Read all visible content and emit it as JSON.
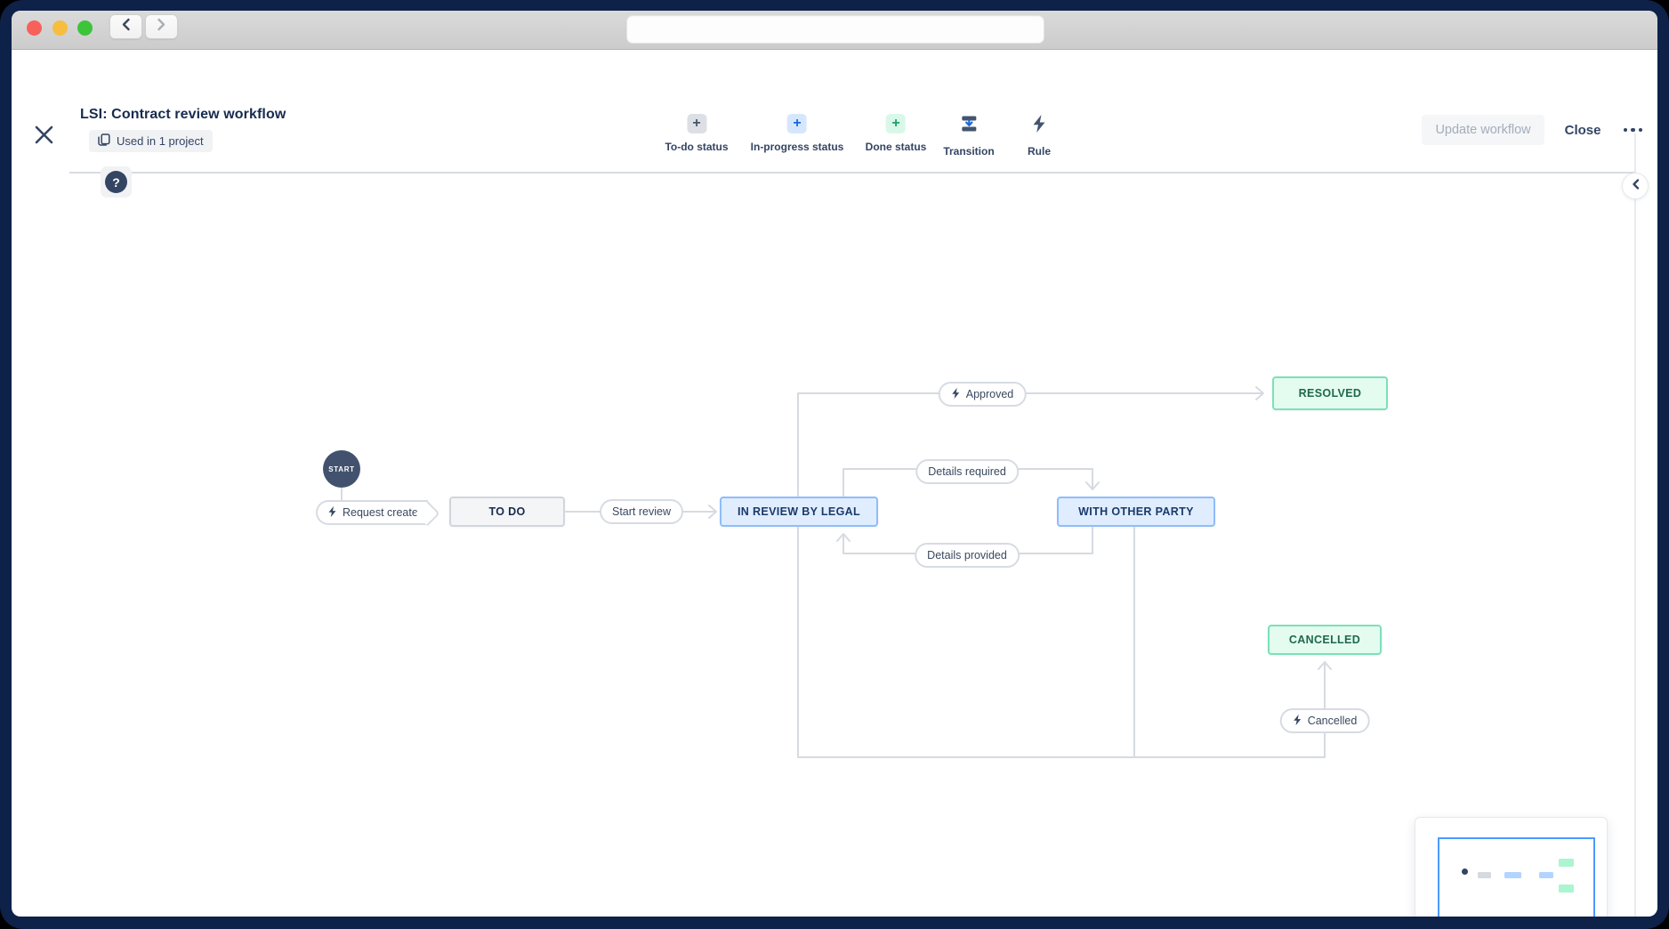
{
  "window": {
    "url_value": ""
  },
  "header": {
    "title": "LSI: Contract review workflow",
    "badge": "Used in 1 project",
    "toolbar": [
      {
        "label": "To-do status"
      },
      {
        "label": "In-progress status"
      },
      {
        "label": "Done status"
      },
      {
        "label": "Transition"
      },
      {
        "label": "Rule"
      }
    ],
    "actions": {
      "update_workflow": "Update workflow",
      "close": "Close"
    }
  },
  "canvas": {
    "help_glyph": "?",
    "start_label": "START",
    "statuses": {
      "todo": "TO DO",
      "in_review": "IN REVIEW BY LEGAL",
      "with_other_party": "WITH OTHER PARTY",
      "resolved": "RESOLVED",
      "cancelled": "CANCELLED"
    },
    "transitions": {
      "request_created": "Request created",
      "start_review": "Start review",
      "approved": "Approved",
      "details_required": "Details required",
      "details_provided": "Details provided",
      "cancelled": "Cancelled"
    }
  },
  "colors": {
    "window_frame": "#0d2149",
    "connector": "#d6dae1",
    "dark_navy": "#344563",
    "status_todo_bg": "#f4f5f7",
    "status_inprogress_bg": "#e0edff",
    "status_done_bg": "#e4fcf0",
    "accent_blue": "#1868db",
    "accent_green": "#22a06b",
    "minimap_viewport_border": "#4c9aff"
  }
}
